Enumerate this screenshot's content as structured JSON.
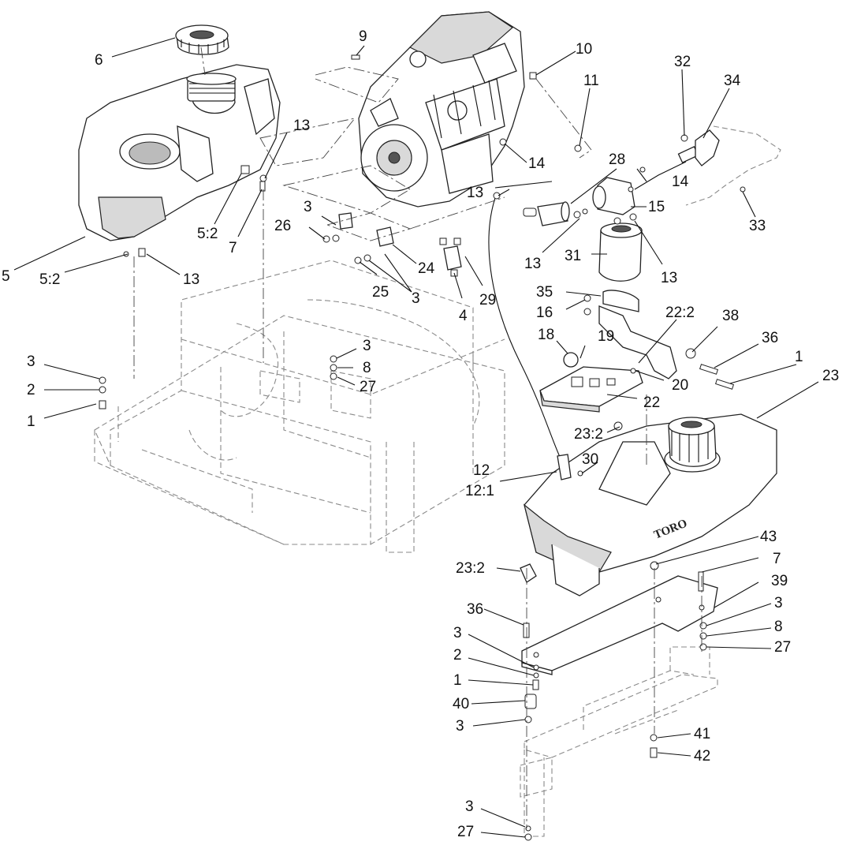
{
  "logo_text": "TORO",
  "callouts": [
    {
      "id": "c6",
      "text": "6"
    },
    {
      "id": "c5",
      "text": "5"
    },
    {
      "id": "c5_2a",
      "text": "5:2"
    },
    {
      "id": "c5_2b",
      "text": "5:2"
    },
    {
      "id": "c7a",
      "text": "7"
    },
    {
      "id": "c13a",
      "text": "13"
    },
    {
      "id": "c13b",
      "text": "13"
    },
    {
      "id": "c9",
      "text": "9"
    },
    {
      "id": "c10",
      "text": "10"
    },
    {
      "id": "c11",
      "text": "11"
    },
    {
      "id": "c14a",
      "text": "14"
    },
    {
      "id": "c14b",
      "text": "14"
    },
    {
      "id": "c13c",
      "text": "13"
    },
    {
      "id": "c28",
      "text": "28"
    },
    {
      "id": "c15",
      "text": "15"
    },
    {
      "id": "c32",
      "text": "32"
    },
    {
      "id": "c34",
      "text": "34"
    },
    {
      "id": "c33",
      "text": "33"
    },
    {
      "id": "c3a",
      "text": "3"
    },
    {
      "id": "c26",
      "text": "26"
    },
    {
      "id": "c24",
      "text": "24"
    },
    {
      "id": "c25",
      "text": "25"
    },
    {
      "id": "c3b",
      "text": "3"
    },
    {
      "id": "c29",
      "text": "29"
    },
    {
      "id": "c4",
      "text": "4"
    },
    {
      "id": "c13d",
      "text": "13"
    },
    {
      "id": "c31",
      "text": "31"
    },
    {
      "id": "c13e",
      "text": "13"
    },
    {
      "id": "c35",
      "text": "35"
    },
    {
      "id": "c16",
      "text": "16"
    },
    {
      "id": "c22_2",
      "text": "22:2"
    },
    {
      "id": "c38",
      "text": "38"
    },
    {
      "id": "c36a",
      "text": "36"
    },
    {
      "id": "c1a",
      "text": "1"
    },
    {
      "id": "c18",
      "text": "18"
    },
    {
      "id": "c19",
      "text": "19"
    },
    {
      "id": "c20",
      "text": "20"
    },
    {
      "id": "c22",
      "text": "22"
    },
    {
      "id": "c23",
      "text": "23"
    },
    {
      "id": "c3c",
      "text": "3"
    },
    {
      "id": "c2a",
      "text": "2"
    },
    {
      "id": "c1b",
      "text": "1"
    },
    {
      "id": "c3d",
      "text": "3"
    },
    {
      "id": "c8a",
      "text": "8"
    },
    {
      "id": "c27a",
      "text": "27"
    },
    {
      "id": "c23_2a",
      "text": "23:2"
    },
    {
      "id": "c12",
      "text": "12"
    },
    {
      "id": "c12_1",
      "text": "12:1"
    },
    {
      "id": "c30",
      "text": "30"
    },
    {
      "id": "c23_2b",
      "text": "23:2"
    },
    {
      "id": "c43",
      "text": "43"
    },
    {
      "id": "c7b",
      "text": "7"
    },
    {
      "id": "c39",
      "text": "39"
    },
    {
      "id": "c3e",
      "text": "3"
    },
    {
      "id": "c8b",
      "text": "8"
    },
    {
      "id": "c27b",
      "text": "27"
    },
    {
      "id": "c36b",
      "text": "36"
    },
    {
      "id": "c3f",
      "text": "3"
    },
    {
      "id": "c2b",
      "text": "2"
    },
    {
      "id": "c1c",
      "text": "1"
    },
    {
      "id": "c40",
      "text": "40"
    },
    {
      "id": "c3g",
      "text": "3"
    },
    {
      "id": "c41",
      "text": "41"
    },
    {
      "id": "c42",
      "text": "42"
    },
    {
      "id": "c3h",
      "text": "3"
    },
    {
      "id": "c27c",
      "text": "27"
    }
  ]
}
